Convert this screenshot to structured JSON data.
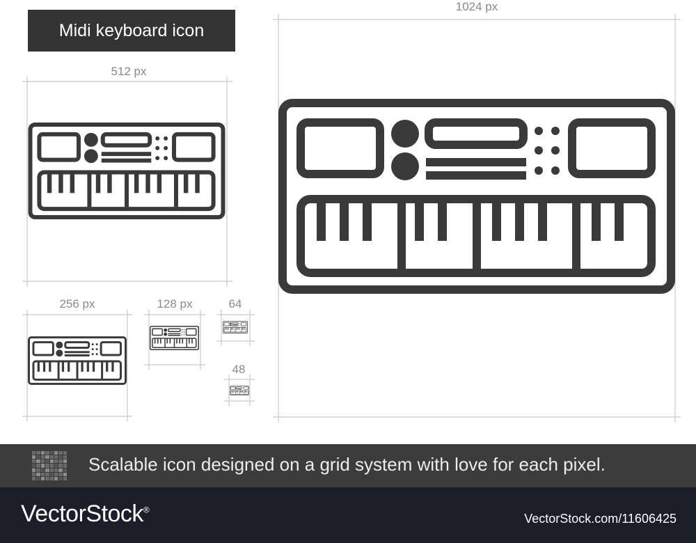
{
  "title": "Midi keyboard icon",
  "sizes": {
    "s1024": "1024 px",
    "s512": "512 px",
    "s256": "256 px",
    "s128": "128 px",
    "s64": "64",
    "s48": "48"
  },
  "icon_name": "midi-keyboard-icon",
  "tagline": "Scalable icon designed on a grid system with love for each pixel.",
  "footer": {
    "logo": "VectorStock",
    "logo_mark": "®",
    "stock_id": "VectorStock.com/11606425"
  },
  "colors": {
    "stroke": "#3a3a3a",
    "title_bg": "#333333",
    "band_bg": "#3c3c3c",
    "footer_bg": "#1b1e29",
    "guide": "#bdbdbd"
  }
}
